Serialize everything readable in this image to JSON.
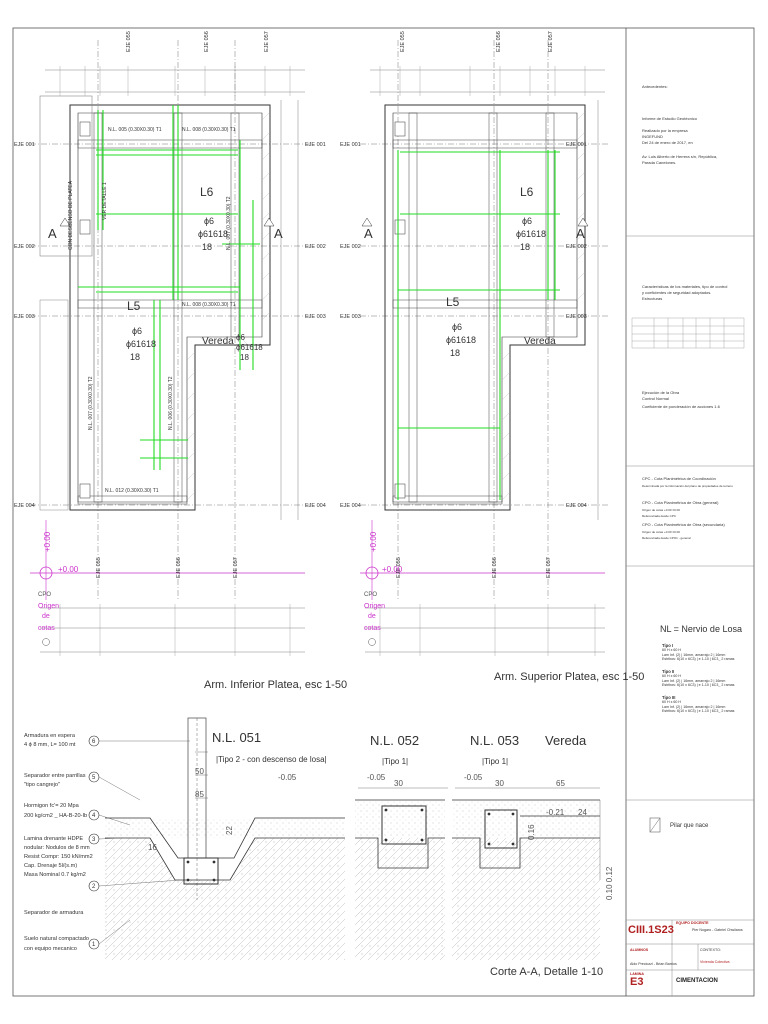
{
  "colors": {
    "ink": "#333333",
    "rebar_green": "#22dd22",
    "axis_magenta": "#cc33cc",
    "title_red": "#b02020"
  },
  "plan_left": {
    "title": "Arm. Inferior Platea, esc 1-50",
    "eje_rows": [
      "EJE 001",
      "EJE 002",
      "EJE 003",
      "EJE 004"
    ],
    "eje_cols": [
      "EJE 055",
      "EJE 056",
      "EJE 057"
    ],
    "slab_l6": "L6",
    "slab_l5": "L5",
    "bar_spec_a": "ϕ6",
    "bar_spec_b": "ϕ61618",
    "bar_spec_c": "18",
    "vereda": "Vereda",
    "section_a": "A",
    "nl_top_1": "N.L. 005 (0.30X0.30) T1",
    "nl_top_2": "N.L. 008 (0.30X0.30) T1",
    "nl_mid": "N.L. 008 (0.30X0.30) T1",
    "nl_bottom": "N.L. 012 (0.30X0.30) T1",
    "nl_vert_1": "N.L. 007 (0.30X0.30) T2",
    "nl_vert_2": "N.L. 006 (0.30X0.30) T2",
    "nl_vert_3": "N.L. 007 (0.30X0.30) T2",
    "desc_platea": "CON DESCENSO DE PLATEA",
    "ver_detalle": "VER DETALLE 1",
    "cpo": "CPO",
    "origen_1": "Origen",
    "origen_2": "de",
    "origen_3": "cotas",
    "level": "+0.00"
  },
  "plan_right": {
    "title": "Arm. Superior Platea, esc 1-50",
    "eje_rows": [
      "EJE 001",
      "EJE 002",
      "EJE 003",
      "EJE 004"
    ],
    "eje_cols": [
      "EJE 055",
      "EJE 056",
      "EJE 057"
    ],
    "slab_l6": "L6",
    "slab_l5": "L5",
    "bar_spec_a": "ϕ6",
    "bar_spec_b": "ϕ61618",
    "bar_spec_c": "18",
    "vereda": "Vereda",
    "section_a": "A",
    "cpo": "CPO",
    "origen_1": "Origen",
    "origen_2": "de",
    "origen_3": "cotas",
    "level": "+0.00"
  },
  "section": {
    "legend": [
      {
        "num": "6",
        "lines": [
          "Armadura en espera",
          "4 ϕ 8 mm, L= 100 mt"
        ]
      },
      {
        "num": "5",
        "lines": [
          "Separador entre parrillas",
          "\"tipo cangrejo\""
        ]
      },
      {
        "num": "4",
        "lines": [
          "Hormigon fc'= 20 Mpa",
          "200 kg/cm2 _ HA-B-20-Ib"
        ]
      },
      {
        "num": "3",
        "lines": [
          "Lamina drenante HDPE",
          "nodular: Nodulos de 8 mm",
          "Resist Compr: 150 kN/mm2",
          "Cap. Drenaje 5l/(s.m)",
          "Masa Nominal 0.7 kg/m2"
        ]
      },
      {
        "num": "2",
        "lines": [
          "Separador de armadura"
        ]
      },
      {
        "num": "1",
        "lines": [
          "Suelo natural compactado",
          "con equipo mecanico"
        ]
      }
    ],
    "nl051_title": "N.L. 051",
    "nl051_sub": "|Tipo 2 - con descenso de losa|",
    "nl052_title": "N.L. 052",
    "nl052_sub": "|Tipo 1|",
    "nl053_title": "N.L. 053",
    "nl053_sub": "|Tipo 1|",
    "vereda": "Vereda",
    "dims": {
      "d50": "50",
      "d85": "85",
      "d22": "22",
      "d005a": "-0.05",
      "d005b": "-0.05",
      "d005c": "-0.05",
      "d30a": "30",
      "d30b": "30",
      "d65": "65",
      "d021": "-0.21",
      "d24": "24",
      "d016": "0.16",
      "d012": "0.10  0.12",
      "d16": "16"
    },
    "title": "Corte A-A, Detalle 1-10"
  },
  "panel": {
    "antecedentes": "Antecedentes:",
    "informe": "Informe de Estudio Geotécnico",
    "realizado": "Realizado por la empresa",
    "empresa": "INGEFUND",
    "fecha": "Del 24 de enero de 2017, en",
    "direccion": "Av. Luis Alberto de Herrera s/n, República,",
    "ciudad": "Parada Canelones.",
    "caract_1": "Características de los materiales, tipo de control",
    "caract_2": "y coeficientes de seguridad adoptados.",
    "caract_3": "Estructuras",
    "ejecucion_1": "Ejecución de la Obra",
    "ejecucion_2": "Control Normal",
    "ejecucion_3": "Coeficiente de ponderación de acciones 1.6",
    "cpc": "CPC - Cota Planimétrica de Coordinación",
    "cpc_note": "Determinada por la información del plano de propiedades de terreno",
    "cpo1": "CPO - Cota Planimétrica de Obra (general)",
    "cpo1_n1": "Origen de cotas +0.00  ±0.00",
    "cpo1_n2": "Referenciada desde CPC",
    "cpo2": "CPO - Cota Planimétrica de Obra (secundaria)",
    "cpo2_n1": "Origen de cotas +0.00  ±0.00",
    "cpo2_n2": "Referenciada desde CPO1 - general",
    "nl_title": "NL = Nervio de Losa",
    "tipos": [
      {
        "name": "Tipo I",
        "l1": "60 H x 60 H",
        "l2": "Lam Inf. (2) | 16mm, amarrajo 2 | 16mm",
        "l3": "Estribos: 6(10 x 6C3) | e 1-10 | 6C3_ 2 ramas"
      },
      {
        "name": "Tipo II",
        "l1": "60 H x 60 H",
        "l2": "Lam Inf. (2) | 16mm, amarrajo 2 | 16mm",
        "l3": "Estribos: 6(10 x 6C3) | e 1-10 | 6C3_ 2 ramas"
      },
      {
        "name": "Tipo III",
        "l1": "60 H x 60 H",
        "l2": "Lam Inf. (2) | 16mm, amarrajo 2 | 16mm",
        "l3": "Estribos: 6(10 x 6C3) | e 1-10 | 6C3_ 2 ramas"
      }
    ],
    "pilar": "Pilar que nace",
    "code": "CIII.1S23",
    "equipo": "EQUIPO DOCENTE",
    "docentes": "Pier Nogaro - Gabriel Chwiiaros",
    "alumnos": "ALUMNOS",
    "alumnos_names": "Aldo Preciozzi - Brian Barrios",
    "contexto": "CONTEXTO:",
    "contexto_val": "Vivienda Colectiva",
    "lamina": "LAMINA",
    "lamina_code": "E3",
    "sheet_title": "CIMENTACION"
  }
}
